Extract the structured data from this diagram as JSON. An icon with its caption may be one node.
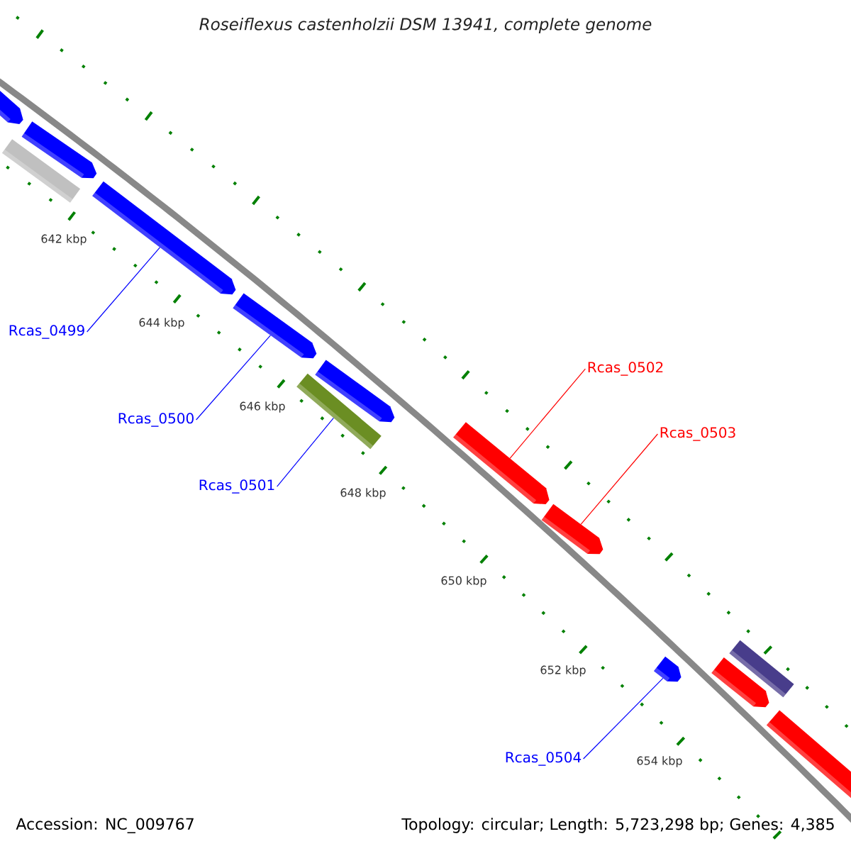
{
  "diagram": {
    "title": "Roseiflexus castenholzii DSM 13941, complete genome",
    "nodes": [
      {
        "text": [],
        "shape": "bar"
      },
      {
        "text": [],
        "shape": "bar"
      },
      {
        "text": [],
        "shape": "bar"
      },
      {
        "text": [],
        "shape": "bar"
      },
      {
        "text": [],
        "shape": "bar"
      },
      {
        "text": [],
        "shape": "bar"
      },
      {
        "text": [],
        "shape": "bar"
      },
      {
        "text": [],
        "shape": "bar"
      },
      {
        "text": [],
        "shape": "bar"
      },
      {
        "text": [],
        "shape": "bar"
      },
      {
        "text": [],
        "shape": "bar"
      },
      {
        "text": [],
        "shape": "bar"
      },
      {
        "text": [],
        "shape": "bar"
      },
      {
        "text": [
          "Rcas_0499"
        ]
      },
      {
        "text": [
          "Rcas_0500"
        ]
      },
      {
        "text": [
          "Rcas_0501"
        ]
      },
      {
        "text": [
          "Rcas_0502"
        ]
      },
      {
        "text": [
          "Rcas_0503"
        ]
      },
      {
        "text": [
          "Rcas_0504"
        ]
      }
    ],
    "edges": [
      {
        "from": 13,
        "to": 3,
        "arrow": "none"
      },
      {
        "from": 14,
        "to": 4,
        "arrow": "none"
      },
      {
        "from": 15,
        "to": 6,
        "arrow": "none"
      },
      {
        "from": 16,
        "to": 7,
        "arrow": "none",
        "color": "#ff0000"
      },
      {
        "from": 17,
        "to": 8,
        "arrow": "none",
        "color": "#ff0000"
      },
      {
        "from": 18,
        "to": 9,
        "arrow": "none"
      }
    ],
    "labels": [
      "642 kbp",
      "644 kbp",
      "646 kbp",
      "648 kbp",
      "650 kbp",
      "652 kbp",
      "654 kbp",
      "Accession: NC_009767",
      "Topology: circular; Length: 5,723,298 bp; Genes: 4,385"
    ]
  }
}
